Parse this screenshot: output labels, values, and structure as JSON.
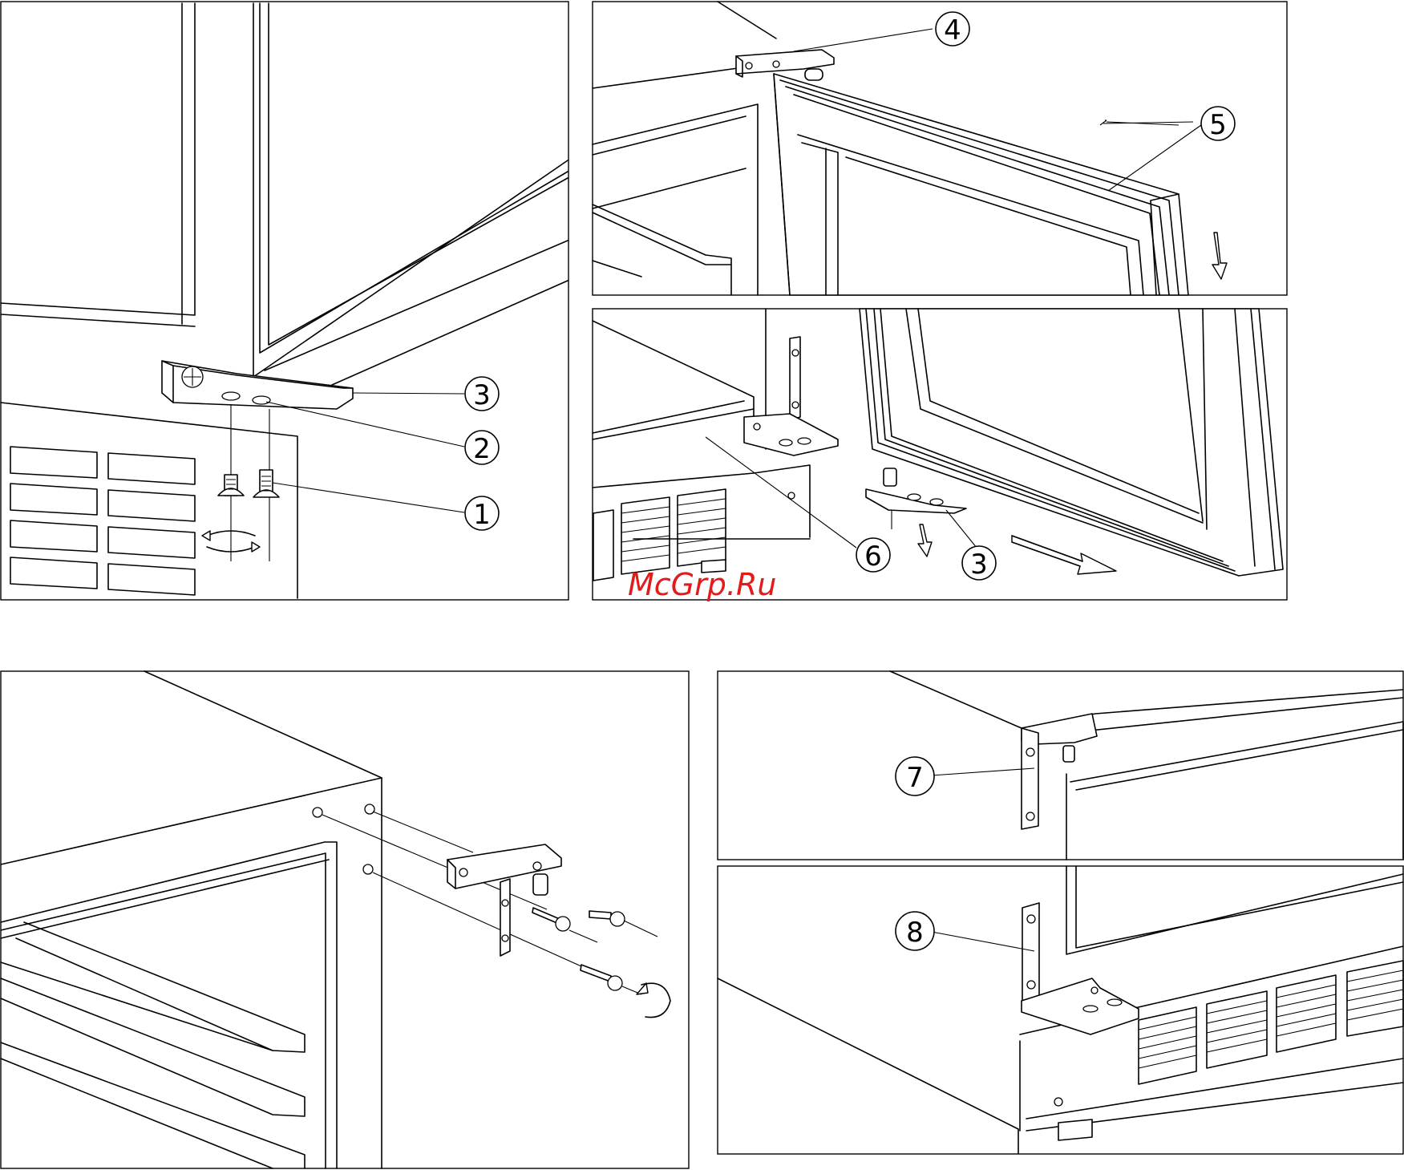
{
  "watermark": "McGrp.Ru",
  "callouts": {
    "c1": "1",
    "c2": "2",
    "c3a": "3",
    "c4": "4",
    "c5": "5",
    "c6": "6",
    "c3b": "3",
    "c7": "7",
    "c8": "8"
  }
}
